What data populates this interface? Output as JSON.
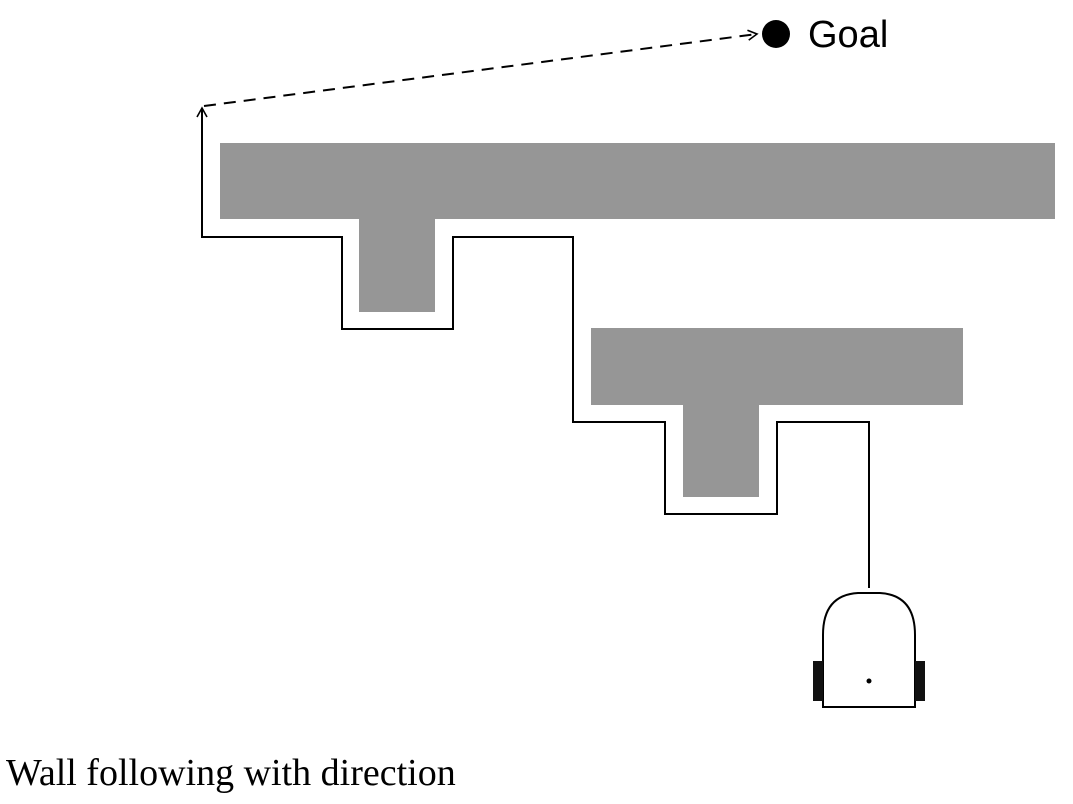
{
  "diagram": {
    "goal_label": "Goal",
    "caption": "Wall following with direction"
  },
  "colors": {
    "obstacle": "#969696",
    "path": "#000000",
    "goal": "#000000",
    "robot_outline": "#000000",
    "wheels": "#111111"
  },
  "icons": {
    "goal": "filled-circle",
    "robot": "wheeled-robot-top-view"
  }
}
